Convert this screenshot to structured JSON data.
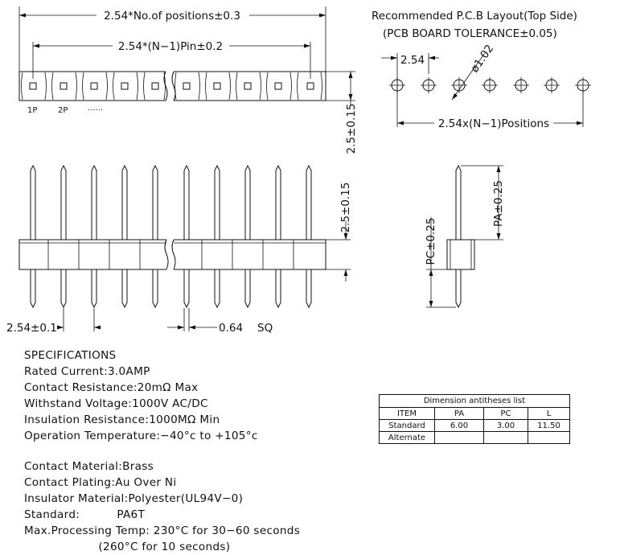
{
  "top_view": {
    "overall_dim": "2.54*No.of positions±0.3",
    "pitch_dim": "2.54*(N−1)Pin±0.2",
    "pin1_label": "1P",
    "pin2_label": "2P",
    "dots_label": "......",
    "width_dim": "2.5±0.15"
  },
  "pcb_layout": {
    "title": "Recommended P.C.B Layout(Top Side)",
    "tolerance": "(PCB BOARD TOLERANCE±0.05)",
    "pitch": "2.54",
    "hole": "ø1.02",
    "span": "2.54x(N−1)Positions"
  },
  "front_view": {
    "height_dim": "2.5±0.15",
    "pitch_dim": "2.54±0.1",
    "pin_size": "0.64",
    "pin_size_unit": "SQ"
  },
  "side_view": {
    "pa_dim": "PA±0.25",
    "pc_dim": "PC±0.25"
  },
  "specifications": {
    "heading": "SPECIFICATIONS",
    "lines": [
      "Rated Current:3.0AMP",
      "Contact Resistance:20mΩ Max",
      "Withstand Voltage:1000V AC/DC",
      "Insulation Resistance:1000MΩ Min",
      "Operation Temperature:−40°c to +105°c"
    ],
    "materials": [
      "Contact Material:Brass",
      "Contact Plating:Au Over Ni",
      "Insulator Material:Polyester(UL94V−0)",
      "Standard:          PA6T",
      "Max.Processing Temp: 230°C for 30−60 seconds",
      "                    (260°C for 10 seconds)"
    ]
  },
  "dimension_table": {
    "caption": "Dimension antitheses list",
    "headers": [
      "ITEM",
      "PA",
      "PC",
      "L"
    ],
    "rows": [
      [
        "Standard",
        "6.00",
        "3.00",
        "11.50"
      ],
      [
        "Alternate",
        "",
        "",
        ""
      ]
    ]
  }
}
